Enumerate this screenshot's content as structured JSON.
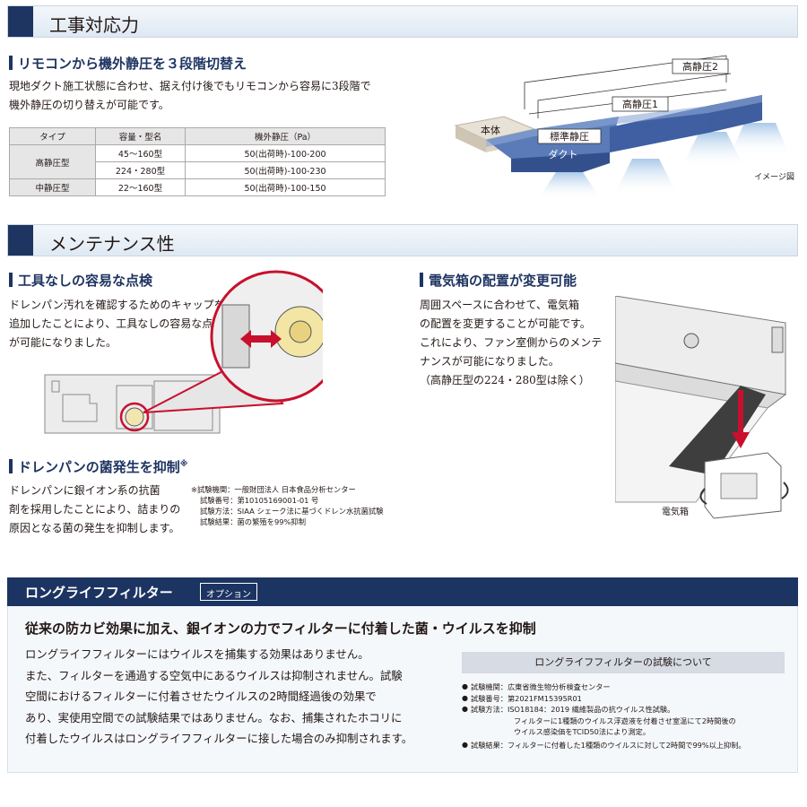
{
  "construction": {
    "header": "工事対応力",
    "subtitle": "リモコンから機外静圧を３段階切替え",
    "body": [
      "現地ダクト施工状態に合わせ、据え付け後でもリモコンから容易に3段階で",
      "機外静圧の切り替えが可能です。"
    ],
    "table": {
      "headers": [
        "タイプ",
        "容量・型名",
        "機外静圧（Pa）"
      ],
      "rows": [
        {
          "type": "高静圧型",
          "capacity": "45〜160型",
          "pressure": "50(出荷時)-100-200"
        },
        {
          "type": "",
          "capacity": "224・280型",
          "pressure": "50(出荷時)-100-230"
        },
        {
          "type": "中静圧型",
          "capacity": "22〜160型",
          "pressure": "50(出荷時)-100-150"
        }
      ]
    },
    "diagram": {
      "labels": {
        "high2": "高静圧2",
        "high1": "高静圧1",
        "standard": "標準静圧",
        "body": "本体",
        "duct": "ダクト"
      },
      "caption": "イメージ図"
    }
  },
  "maintenance": {
    "header": "メンテナンス性",
    "tool_free": {
      "title": "工具なしの容易な点検",
      "body": [
        "ドレンパン汚れを確認するためのキャップを",
        "追加したことにより、工具なしの容易な点検",
        "が可能になりました。"
      ]
    },
    "electric_box": {
      "title": "電気箱の配置が変更可能",
      "body": [
        "周囲スペースに合わせて、電気箱",
        "の配置を変更することが可能です。",
        "これにより、ファン室側からのメンテ",
        "ナンスが可能になりました。",
        "（高静圧型の224・280型は除く）"
      ],
      "label": "電気箱"
    },
    "drainpan": {
      "title": "ドレンパンの菌発生を抑制",
      "mark": "※",
      "body": [
        "ドレンパンに銀イオン系の抗菌",
        "剤を採用したことにより、詰まりの",
        "原因となる菌の発生を抑制します。"
      ],
      "notes": [
        "※試験機関：一般財団法人 日本食品分析センター",
        "試験番号：第10105169001-01 号",
        "試験方法：SIAA シェーク法に基づくドレン水抗菌試験",
        "試験結果：菌の繁殖を99%抑制"
      ]
    }
  },
  "longlife": {
    "header": "ロングライフフィルター",
    "option": "オプション",
    "lead": "従来の防カビ効果に加え、銀イオンの力でフィルターに付着した菌・ウイルスを抑制",
    "body": [
      "ロングライフフィルターにはウイルスを捕集する効果はありません。",
      "また、フィルターを通過する空気中にあるウイルスは抑制されません。試験",
      "空間におけるフィルターに付着させたウイルスの2時間経過後の効果で",
      "あり、実使用空間での試験結果ではありません。なお、捕集されたホコリに",
      "付着したウイルスはロングライフフィルターに接した場合のみ抑制されます。"
    ],
    "test_title": "ロングライフフィルターの試験について",
    "tests": [
      "試験機関：広東省微生物分析検査センター",
      "試験番号：第2021FM15395R01",
      "試験方法：ISO18184：2019 繊維製品の抗ウイルス性試験。",
      "フィルターに1種類のウイルス浮遊液を付着させ室温にて2時間後の",
      "ウイルス感染価をTCID50法により測定。",
      "試験結果：フィルターに付着した1種類のウイルスに対して2時間で99%以上抑制。"
    ]
  }
}
